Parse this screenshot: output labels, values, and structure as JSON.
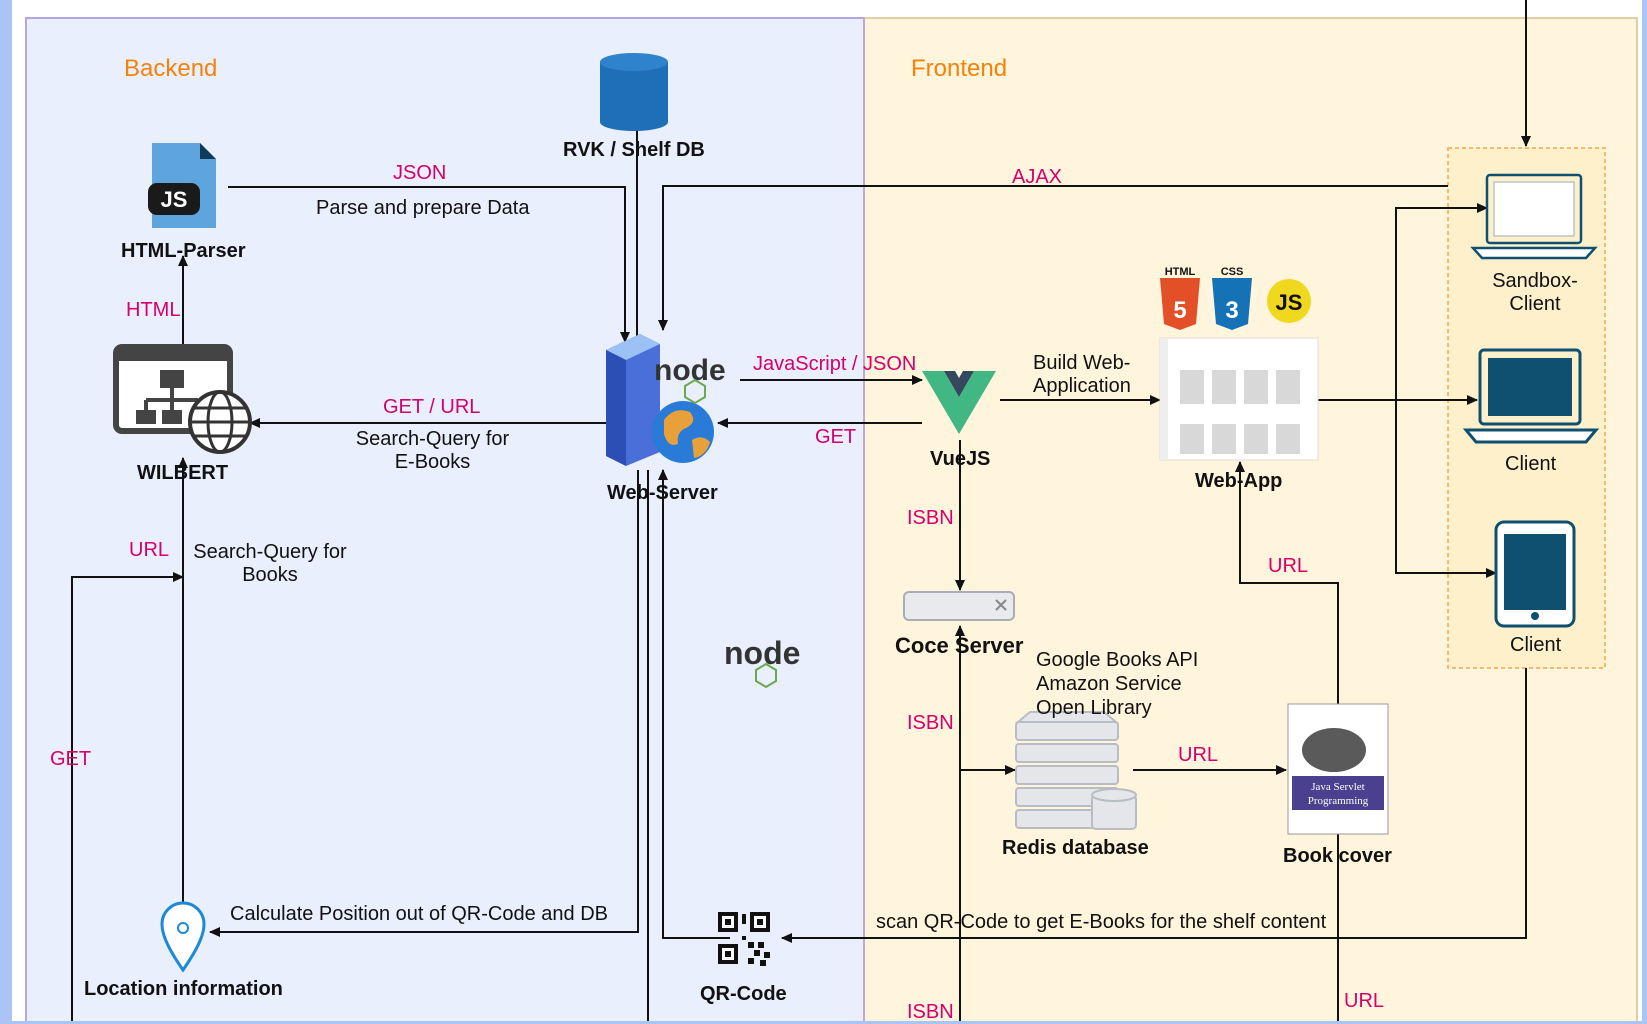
{
  "sections": {
    "backend": "Backend",
    "frontend": "Frontend"
  },
  "nodes": {
    "rvk_db": "RVK / Shelf DB",
    "html_parser": "HTML-Parser",
    "wilbert": "WILBERT",
    "web_server": "Web-Server",
    "vuejs": "VueJS",
    "web_app": "Web-App",
    "coce_server": "Coce Server",
    "redis": "Redis database",
    "book_cover": "Book cover",
    "location": "Location information",
    "qr_code": "QR-Code",
    "sandbox_client": "Sandbox-\nClient",
    "client1": "Client",
    "client2": "Client"
  },
  "edges": {
    "json": "JSON",
    "parse": "Parse and prepare Data",
    "html": "HTML",
    "get_url": "GET / URL",
    "search_ebooks": "Search-Query for\nE-Books",
    "js_json": "JavaScript / JSON",
    "get_vue": "GET",
    "ajax": "AJAX",
    "build": "Build Web-\nApplication",
    "isbn1": "ISBN",
    "isbn2": "ISBN",
    "isbn3": "ISBN",
    "url_wilbert": "URL",
    "search_books": "Search-Query for\nBooks",
    "get_left": "GET",
    "url_redis": "URL",
    "url_webapp": "URL",
    "url_bottom": "URL",
    "calc_position": "Calculate Position out of QR-Code and DB",
    "scan_qr": "scan QR-Code  to get E-Books for the shelf content",
    "google": "Google Books API\nAmazon Service\nOpen Library"
  },
  "logos": {
    "html5": "HTML",
    "css3": "CSS",
    "js_badge": "JS",
    "js_file": "JS"
  },
  "colors": {
    "backend_bg": "#e9effd",
    "frontend_bg": "#fff4dc",
    "pink": "#d6006c",
    "orange": "#f5820b",
    "icon_blue": "#0f5070",
    "db_blue": "#1f6fb8"
  }
}
